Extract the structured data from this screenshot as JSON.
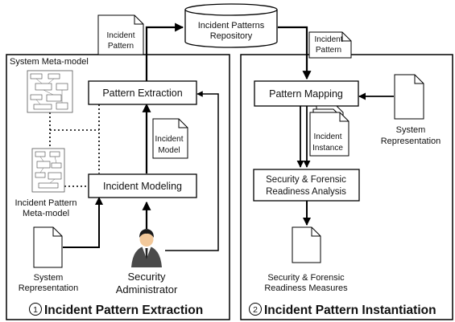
{
  "repository": {
    "line1": "Incident Patterns",
    "line2": "Repository"
  },
  "doc_incident_pattern_top": {
    "line1": "Incident",
    "line2": "Pattern"
  },
  "doc_incident_pattern_right": {
    "line1": "Incident",
    "line2": "Pattern"
  },
  "left_panel": {
    "meta_model_label": "System Meta-model",
    "pattern_extraction": "Pattern Extraction",
    "incident_model": {
      "line1": "Incident",
      "line2": "Model"
    },
    "incident_modeling": "Incident Modeling",
    "pattern_meta_model": {
      "line1": "Incident Pattern",
      "line2": "Meta-model"
    },
    "system_representation": {
      "line1": "System",
      "line2": "Representation"
    },
    "administrator": {
      "line1": "Security",
      "line2": "Administrator"
    },
    "footer_number": "1",
    "footer_title": "Incident Pattern Extraction"
  },
  "right_panel": {
    "pattern_mapping": "Pattern Mapping",
    "system_representation": {
      "line1": "System",
      "line2": "Representation"
    },
    "incident_instance": {
      "line1": "Incident",
      "line2": "Instance"
    },
    "analysis": {
      "line1": "Security & Forensic",
      "line2": "Readiness Analysis"
    },
    "measures": {
      "line1": "Security & Forensic",
      "line2": "Readiness Measures"
    },
    "footer_number": "2",
    "footer_title": "Incident Pattern Instantiation"
  }
}
